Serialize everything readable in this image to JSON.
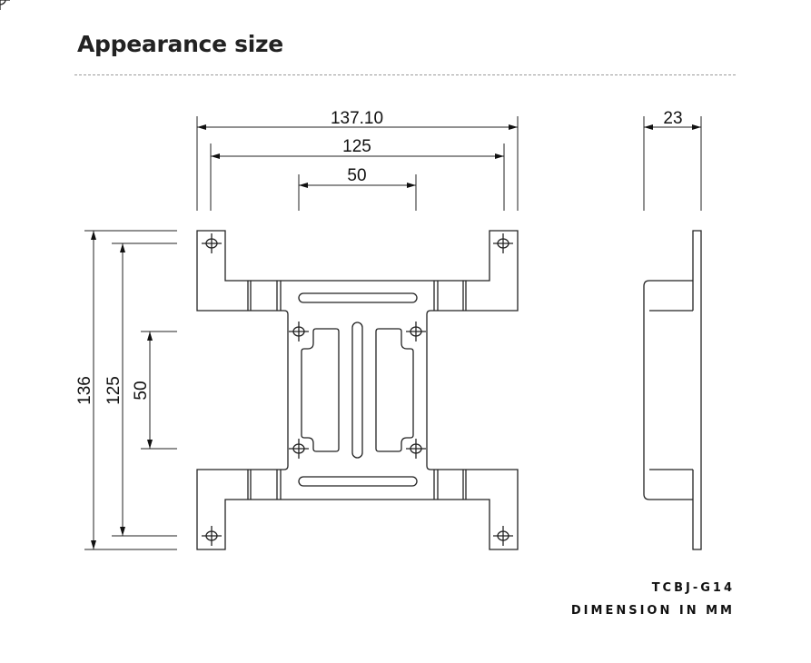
{
  "header": {
    "title": "Appearance size"
  },
  "dimensions": {
    "overall_width": "137.10",
    "hole_span_width": "125",
    "inner_width": "50",
    "overall_height": "136",
    "hole_span_height": "125",
    "inner_height": "50",
    "side_depth": "23"
  },
  "footer": {
    "model": "TCBJ-G14",
    "units_note": "DIMENSION IN MM"
  }
}
